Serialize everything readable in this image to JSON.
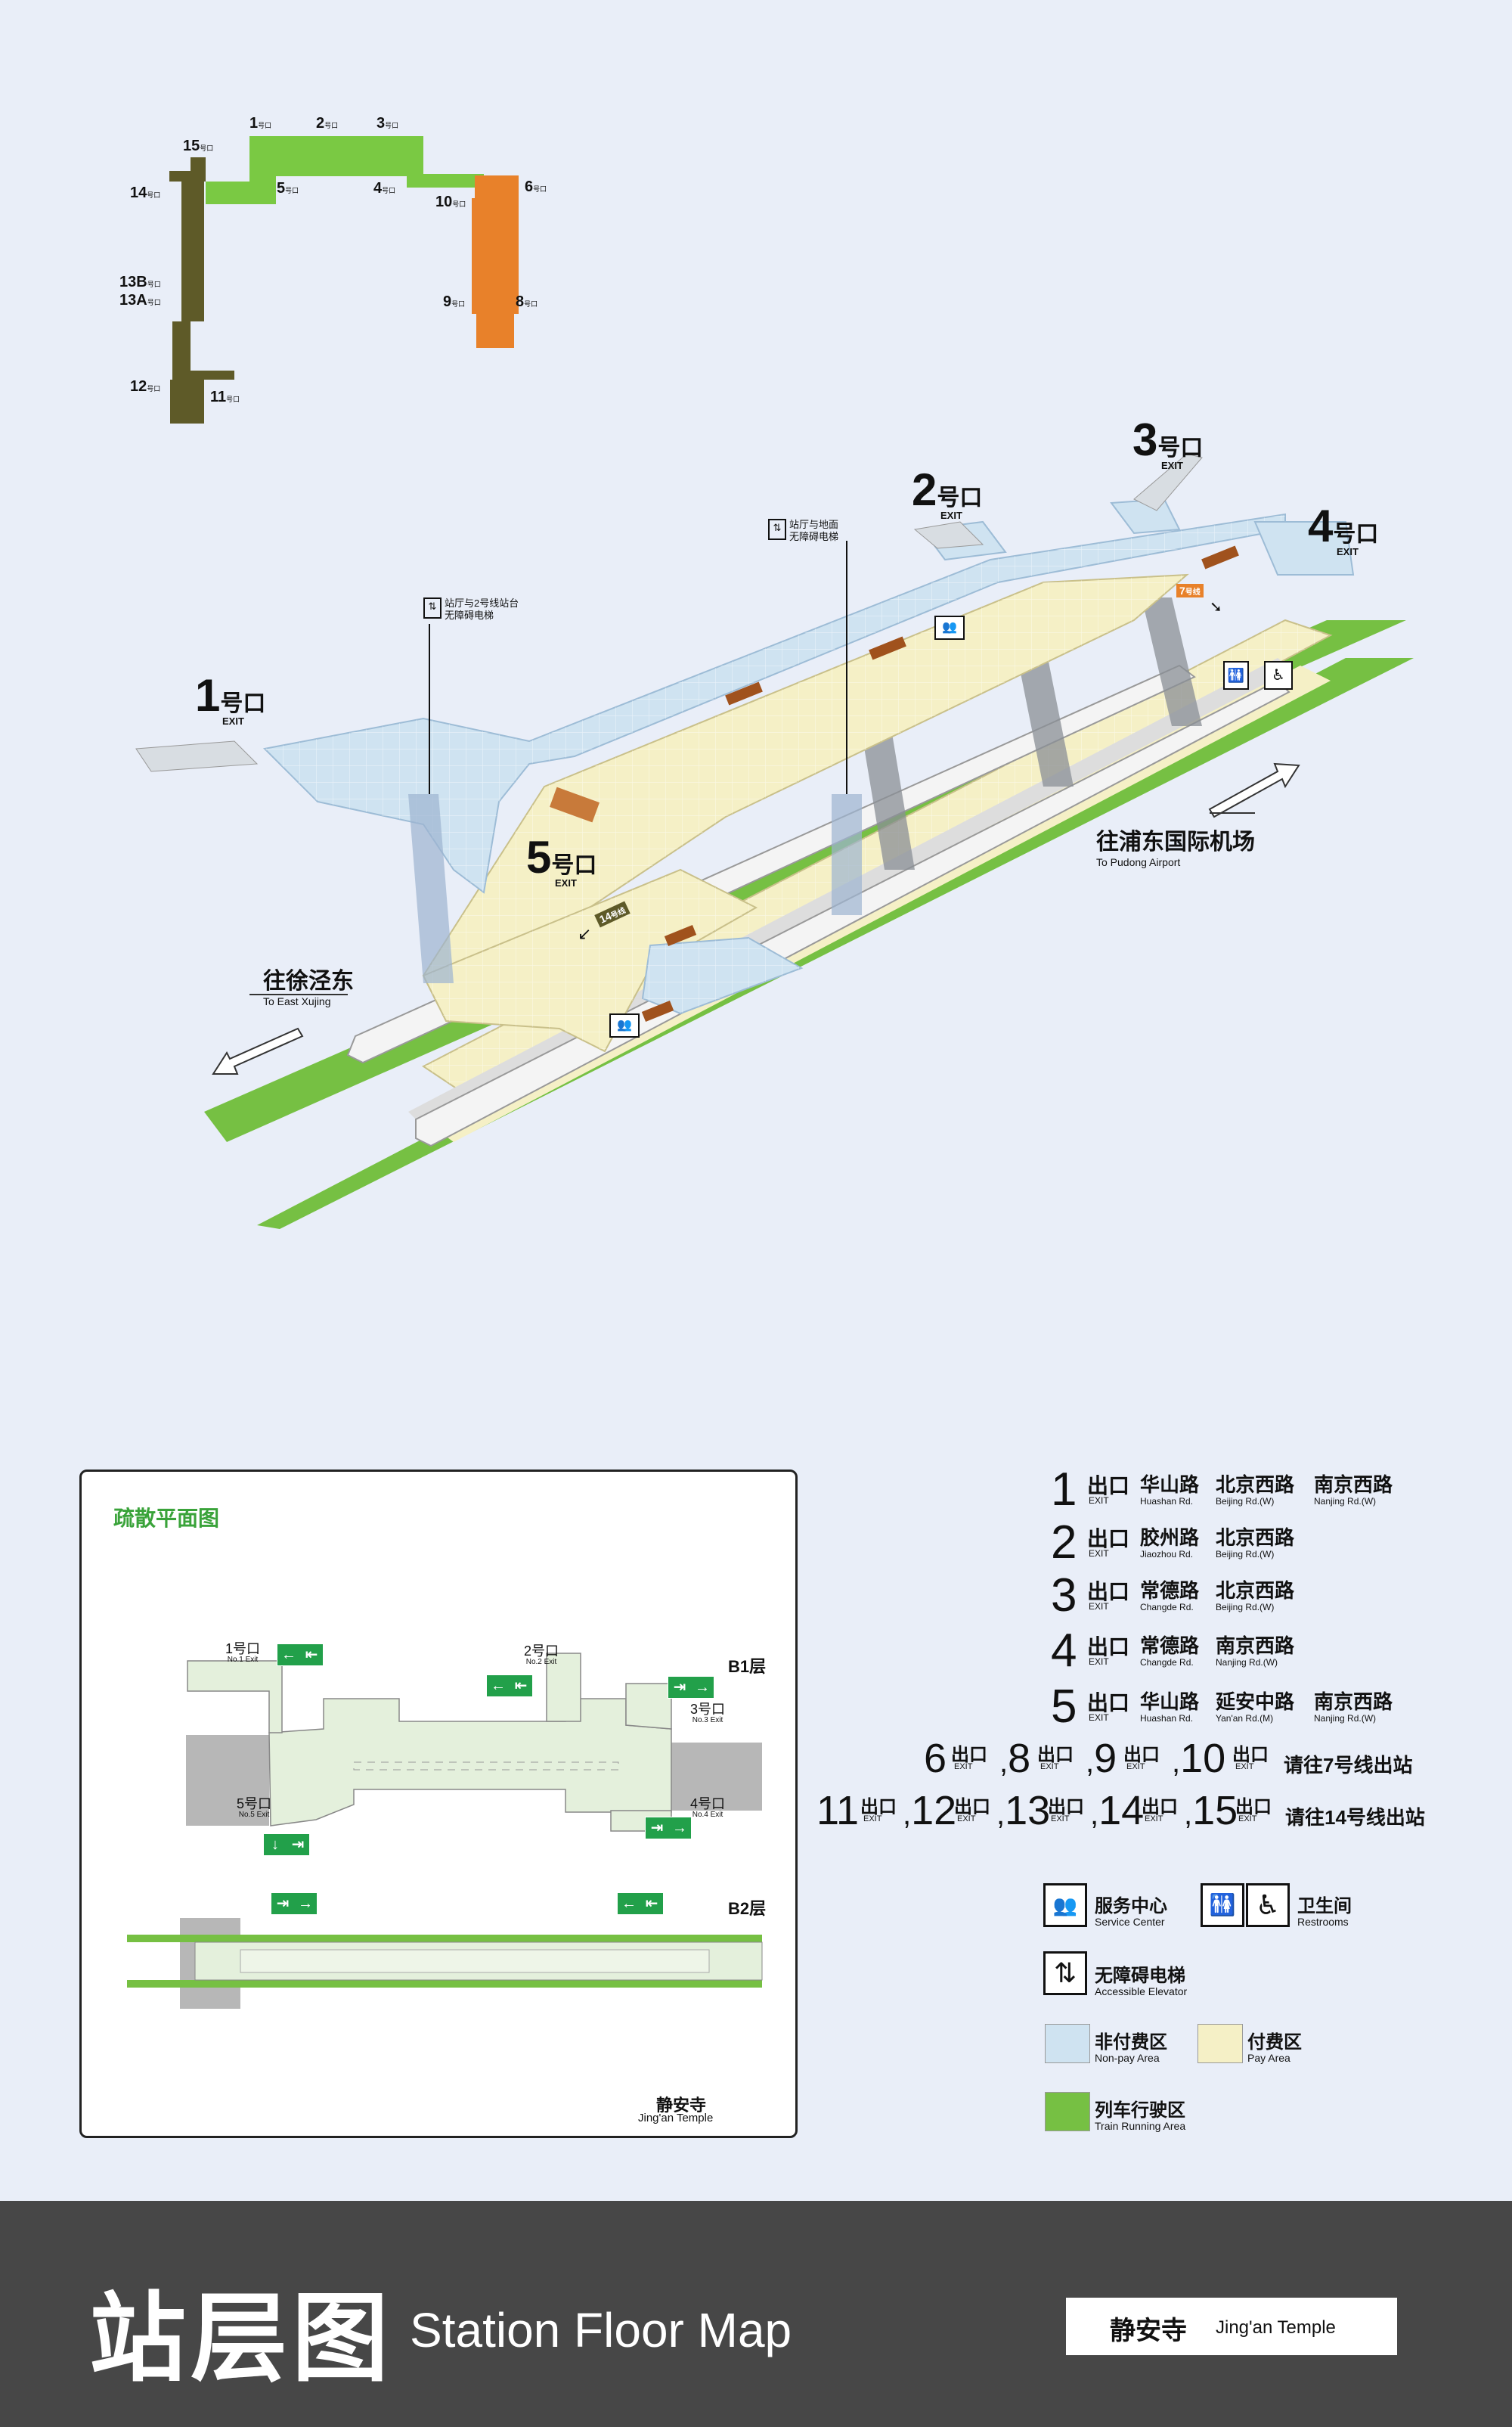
{
  "colors": {
    "background": "#e9eef8",
    "line2": "#7ac943",
    "line7": "#e8812a",
    "line14": "#5e5a28",
    "non_pay": "#cfe3f1",
    "pay": "#f5f0c6",
    "track": "#76c043",
    "banner": "#474747"
  },
  "mini_map": {
    "green_exits": [
      {
        "num": "1",
        "sub": "号口"
      },
      {
        "num": "2",
        "sub": "号口"
      },
      {
        "num": "3",
        "sub": "号口"
      },
      {
        "num": "4",
        "sub": "号口"
      },
      {
        "num": "5",
        "sub": "号口"
      }
    ],
    "orange_exits": [
      {
        "num": "6",
        "sub": "号口"
      },
      {
        "num": "8",
        "sub": "号口"
      },
      {
        "num": "9",
        "sub": "号口"
      },
      {
        "num": "10",
        "sub": "号口"
      }
    ],
    "olive_exits": [
      {
        "num": "11",
        "sub": "号口"
      },
      {
        "num": "12",
        "sub": "号口"
      },
      {
        "num": "13A",
        "sub": "号口"
      },
      {
        "num": "13B",
        "sub": "号口"
      },
      {
        "num": "14",
        "sub": "号口"
      },
      {
        "num": "15",
        "sub": "号口"
      }
    ]
  },
  "iso": {
    "exits": [
      {
        "num": "1",
        "zh": "号口",
        "en": "EXIT"
      },
      {
        "num": "2",
        "zh": "号口",
        "en": "EXIT"
      },
      {
        "num": "3",
        "zh": "号口",
        "en": "EXIT"
      },
      {
        "num": "4",
        "zh": "号口",
        "en": "EXIT"
      },
      {
        "num": "5",
        "zh": "号口",
        "en": "EXIT"
      }
    ],
    "elevator_notes": [
      {
        "line1": "站厅与2号线站台",
        "line2": "无障碍电梯"
      },
      {
        "line1": "站厅与地面",
        "line2": "无障碍电梯"
      }
    ],
    "transfer_7": {
      "num": "7",
      "zh": "号线"
    },
    "transfer_14": {
      "num": "14",
      "zh": "号线"
    },
    "dir_east": {
      "zh": "往浦东国际机场",
      "en": "To Pudong Airport"
    },
    "dir_west": {
      "zh": "往徐泾东",
      "en": "To East Xujing"
    }
  },
  "evac": {
    "title": "疏散平面图",
    "b1": "B1层",
    "b2": "B2层",
    "station_zh": "静安寺",
    "station_en": "Jing'an Temple",
    "exits": [
      {
        "zh": "1号口",
        "en": "No.1 Exit"
      },
      {
        "zh": "2号口",
        "en": "No.2 Exit"
      },
      {
        "zh": "3号口",
        "en": "No.3 Exit"
      },
      {
        "zh": "4号口",
        "en": "No.4 Exit"
      },
      {
        "zh": "5号口",
        "en": "No.5 Exit"
      }
    ]
  },
  "exit_list": [
    {
      "num": "1",
      "zh": "出口",
      "en": "EXIT",
      "streets": [
        {
          "zh": "华山路",
          "en": "Huashan Rd."
        },
        {
          "zh": "北京西路",
          "en": "Beijing Rd.(W)"
        },
        {
          "zh": "南京西路",
          "en": "Nanjing Rd.(W)"
        }
      ]
    },
    {
      "num": "2",
      "zh": "出口",
      "en": "EXIT",
      "streets": [
        {
          "zh": "胶州路",
          "en": "Jiaozhou Rd."
        },
        {
          "zh": "北京西路",
          "en": "Beijing Rd.(W)"
        }
      ]
    },
    {
      "num": "3",
      "zh": "出口",
      "en": "EXIT",
      "streets": [
        {
          "zh": "常德路",
          "en": "Changde Rd."
        },
        {
          "zh": "北京西路",
          "en": "Beijing Rd.(W)"
        }
      ]
    },
    {
      "num": "4",
      "zh": "出口",
      "en": "EXIT",
      "streets": [
        {
          "zh": "常德路",
          "en": "Changde Rd."
        },
        {
          "zh": "南京西路",
          "en": "Nanjing Rd.(W)"
        }
      ]
    },
    {
      "num": "5",
      "zh": "出口",
      "en": "EXIT",
      "streets": [
        {
          "zh": "华山路",
          "en": "Huashan Rd."
        },
        {
          "zh": "延安中路",
          "en": "Yan'an Rd.(M)"
        },
        {
          "zh": "南京西路",
          "en": "Nanjing Rd.(W)"
        }
      ]
    }
  ],
  "line7_group": {
    "nums": [
      "6",
      "8",
      "9",
      "10"
    ],
    "zh": "出口",
    "en": "EXIT",
    "note": "请往7号线出站"
  },
  "line14_group": {
    "nums": [
      "11",
      "12",
      "13",
      "14",
      "15"
    ],
    "zh": "出口",
    "en": "EXIT",
    "note": "请往14号线出站"
  },
  "legend": {
    "service": {
      "zh": "服务中心",
      "en": "Service Center"
    },
    "restroom": {
      "zh": "卫生间",
      "en": "Restrooms"
    },
    "elevator": {
      "zh": "无障碍电梯",
      "en": "Accessible Elevator"
    },
    "nonpay": {
      "zh": "非付费区",
      "en": "Non-pay Area"
    },
    "pay": {
      "zh": "付费区",
      "en": "Pay Area"
    },
    "train": {
      "zh": "列车行驶区",
      "en": "Train Running Area"
    }
  },
  "banner": {
    "title_zh": "站层图",
    "title_en": "Station Floor Map",
    "station_zh": "静安寺",
    "station_en": "Jing'an Temple"
  }
}
